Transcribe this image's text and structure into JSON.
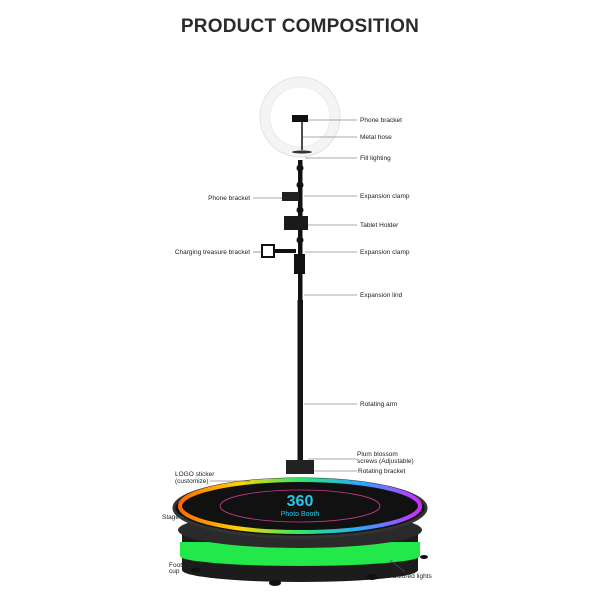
{
  "title": "PRODUCT COMPOSITION",
  "labels_right": [
    {
      "text": "Phone bracket"
    },
    {
      "text": "Metal hose"
    },
    {
      "text": "Fill lighting"
    },
    {
      "text": "Expansion clamp"
    },
    {
      "text": "Tablet Holder"
    },
    {
      "text": "Expansion clamp"
    },
    {
      "text": "Expansion lind"
    },
    {
      "text": "Rotating arm"
    },
    {
      "text": "Plum blossom",
      "text2": "screws (Adjustable)"
    },
    {
      "text": "Rotating bracket"
    },
    {
      "text": "Colored lights"
    }
  ],
  "labels_left": [
    {
      "text": "Phone bracket"
    },
    {
      "text": "Charging treasure bracket"
    },
    {
      "text": "LOGO sticker",
      "text2": "(customize)"
    },
    {
      "text": "Stage"
    },
    {
      "text": "Foot",
      "text2": "cup"
    }
  ],
  "logo": {
    "number": "360",
    "text": "Photo Booth"
  },
  "colors": {
    "green_light": "#22e84a",
    "stage_top": "#111111",
    "logo_cyan": "#27c6e8",
    "logo_magenta": "#d53bd8"
  }
}
